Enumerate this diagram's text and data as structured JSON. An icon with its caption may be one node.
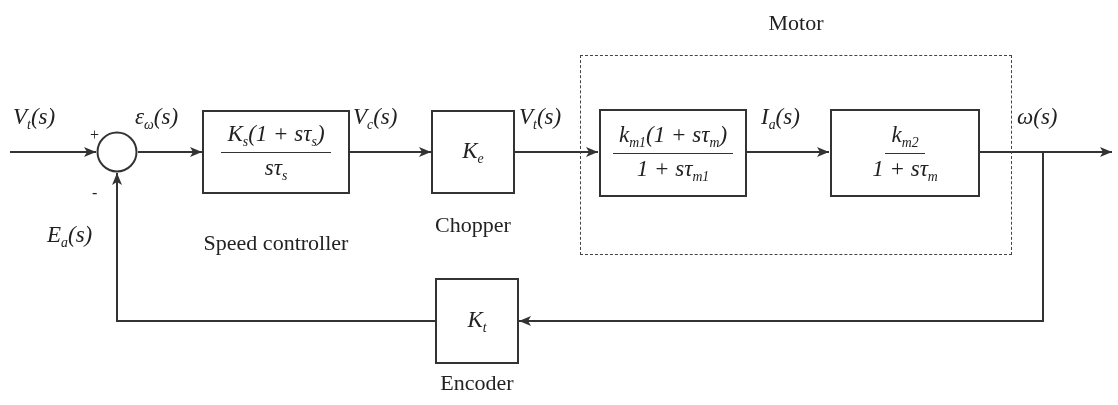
{
  "diagram": {
    "nodes": [
      {
        "text": [],
        "shape": "circle"
      },
      {
        "text": [
          "K$_{s}$(1 + sτ$_{s}$)",
          "sτ$_{s}$"
        ],
        "beside": [
          "Speed controller"
        ]
      },
      {
        "text": [
          "K$_{e}$"
        ],
        "beside": [
          "Chopper"
        ]
      },
      {
        "text": [
          "Motor"
        ]
      },
      {
        "text": [
          "k$_{m1}$(1 + sτ$_{m}$)",
          "1 + sτ$_{m1}$"
        ],
        "in": 3
      },
      {
        "text": [
          "k$_{m2}$",
          "1 + sτ$_{m}$"
        ],
        "in": 3
      },
      {
        "text": [
          "K$_{t}$"
        ],
        "beside": [
          "Encoder"
        ]
      }
    ],
    "edges": [
      {
        "from": null,
        "to": 0,
        "arrow": "to",
        "label": "V$_{t}$(s)"
      },
      {
        "from": 0,
        "to": 1,
        "arrow": "to",
        "label": "ε$_{ω}$(s)"
      },
      {
        "from": 1,
        "to": 2,
        "arrow": "to",
        "label": "V$_{c}$(s)"
      },
      {
        "from": 2,
        "to": 4,
        "arrow": "to",
        "label": "V$_{t}$(s)"
      },
      {
        "from": 4,
        "to": 5,
        "arrow": "to",
        "label": "I$_{a}$(s)"
      },
      {
        "from": 5,
        "to": null,
        "arrow": "to",
        "label": "ω(s)"
      },
      {
        "from": 5,
        "to": 6,
        "arrow": "to"
      },
      {
        "from": 6,
        "to": 0,
        "arrow": "to",
        "label": "E$_{a}$(s)"
      }
    ],
    "labels": [
      "+",
      "-"
    ]
  }
}
